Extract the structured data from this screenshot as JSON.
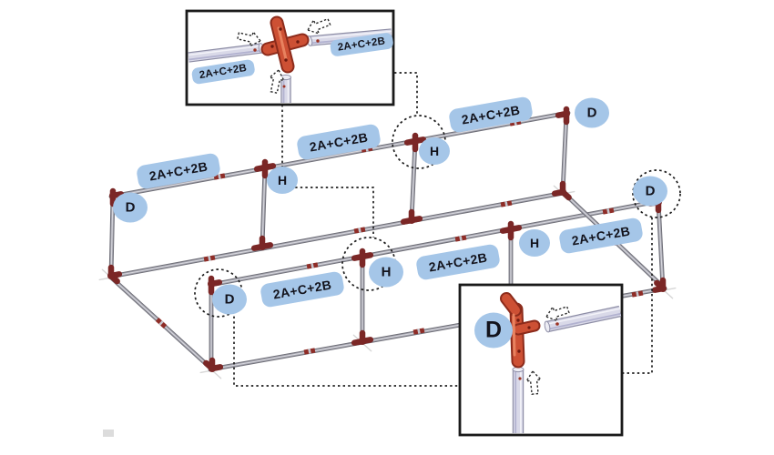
{
  "figure": {
    "type": "pipe-frame-assembly-instruction",
    "background": "#ffffff",
    "colors": {
      "chip_bg": "#a5c6e8",
      "chip_text": "#13131c",
      "connector_dark": "#7b2726",
      "connector_bright": "#cd5034",
      "pipe_dark": "#6f6f78",
      "pipe_mid": "#a6a6b0",
      "pipe_light": "#d9d9e8",
      "outline": "#1a1a1a"
    },
    "rail_labels": [
      "2A+C+2B",
      "2A+C+2B",
      "2A+C+2B",
      "2A+C+2B",
      "2A+C+2B",
      "2A+C+2B"
    ],
    "badges": [
      {
        "letter": "D"
      },
      {
        "letter": "D"
      },
      {
        "letter": "D"
      },
      {
        "letter": "D"
      },
      {
        "letter": "H"
      },
      {
        "letter": "H"
      },
      {
        "letter": "H"
      },
      {
        "letter": "H"
      }
    ],
    "insets": {
      "cross_joint": {
        "pipe_labels": [
          "2A+C+2B",
          "2A+C+2B"
        ]
      },
      "corner_joint": {
        "badge_letter": "D"
      }
    }
  }
}
